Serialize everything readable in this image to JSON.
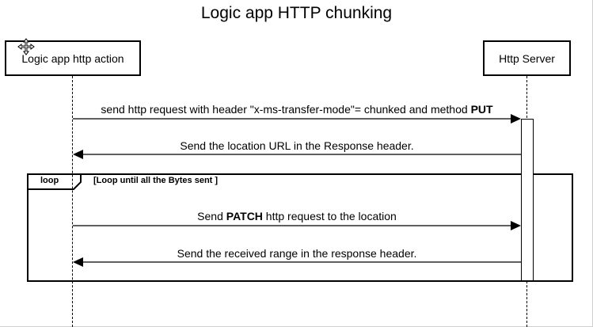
{
  "diagram": {
    "title": "Logic app HTTP chunking",
    "participants": {
      "left": "Logic app http action",
      "right": "Http Server"
    },
    "messages": [
      {
        "text_before": "send http request with header \"x-ms-transfer-mode\"= chunked and method ",
        "bold": "PUT",
        "text_after": "",
        "from": "Logic app http action",
        "to": "Http Server"
      },
      {
        "text_before": "Send the location URL in the Response header.",
        "bold": "",
        "text_after": "",
        "from": "Http Server",
        "to": "Logic app http action"
      },
      {
        "text_before": "Send ",
        "bold": "PATCH",
        "text_after": " http  request to the location",
        "from": "Logic app http action",
        "to": "Http Server"
      },
      {
        "text_before": "Send the received range in the response header.",
        "bold": "",
        "text_after": "",
        "from": "Http Server",
        "to": "Logic app http action"
      }
    ],
    "loop": {
      "label": "loop",
      "guard": "[Loop until all the Bytes sent ]"
    },
    "icons": {
      "move": "move-cursor-icon"
    }
  }
}
